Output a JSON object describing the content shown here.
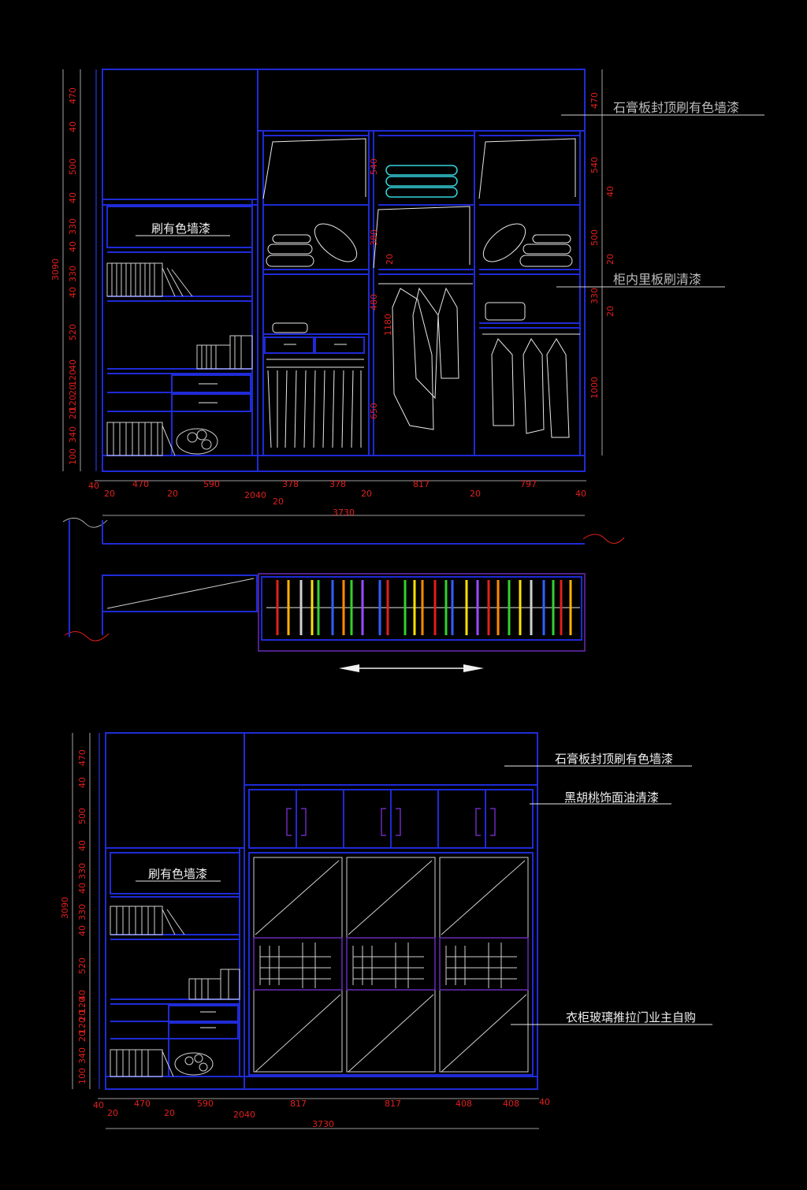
{
  "top_elevation": {
    "labels": {
      "ceiling_note": "石膏板封顶刷有色墙漆",
      "interior_note": "柜内里板刷清漆",
      "wall_paint": "刷有色墙漆"
    },
    "left_dims": [
      "470",
      "40",
      "500",
      "40",
      "330",
      "40",
      "330",
      "40",
      "520",
      "40",
      "120",
      "20",
      "120",
      "20",
      "340",
      "100"
    ],
    "left_total": "3090",
    "right_dims": [
      "470",
      "540",
      "40",
      "500",
      "20",
      "330",
      "20",
      "1000"
    ],
    "inner_dims": [
      "540",
      "380",
      "20",
      "480",
      "1180",
      "650"
    ],
    "bottom_dims": [
      "40",
      "20",
      "470",
      "20",
      "590",
      "2040",
      "20",
      "378",
      "378",
      "20",
      "817",
      "20",
      "797",
      "40"
    ],
    "total": "3730"
  },
  "bottom_elevation": {
    "labels": {
      "ceiling_note": "石膏板封顶刷有色墙漆",
      "walnut_note": "黑胡桃饰面油清漆",
      "door_note": "衣柜玻璃推拉门业主自购",
      "wall_paint": "刷有色墙漆"
    },
    "left_dims": [
      "470",
      "40",
      "500",
      "40",
      "330",
      "40",
      "330",
      "40",
      "520",
      "40",
      "120",
      "20",
      "120",
      "20",
      "340",
      "100"
    ],
    "left_total": "3090",
    "bottom_dims": [
      "40",
      "20",
      "470",
      "20",
      "590",
      "2040",
      "817",
      "817",
      "408",
      "408",
      "40"
    ],
    "total": "3730"
  },
  "colors": {
    "line_blue": "#1f2bd6",
    "dim_red": "#e0201c",
    "label_white": "#f0f0f0",
    "purple": "#6a2bb8",
    "cyan": "#35d6e0"
  }
}
